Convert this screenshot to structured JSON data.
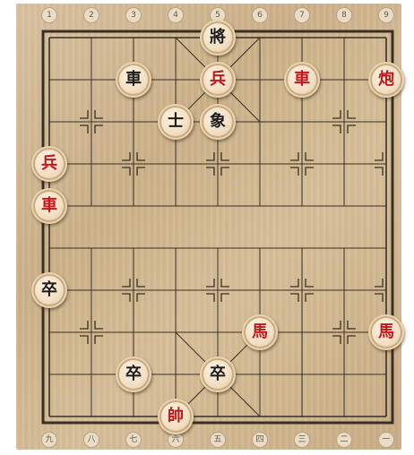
{
  "board": {
    "top_labels": [
      "1",
      "2",
      "3",
      "4",
      "5",
      "6",
      "7",
      "8",
      "9"
    ],
    "bottom_labels": [
      "九",
      "八",
      "七",
      "六",
      "五",
      "四",
      "三",
      "二",
      "一"
    ]
  },
  "pieces": [
    {
      "id": "black-general",
      "char": "將",
      "side": "black",
      "col": 4,
      "row": 0
    },
    {
      "id": "black-chariot",
      "char": "車",
      "side": "black",
      "col": 2,
      "row": 1
    },
    {
      "id": "red-soldier-top",
      "char": "兵",
      "side": "red",
      "col": 4,
      "row": 1
    },
    {
      "id": "red-chariot-top",
      "char": "車",
      "side": "red",
      "col": 6,
      "row": 1
    },
    {
      "id": "red-cannon",
      "char": "炮",
      "side": "red",
      "col": 8,
      "row": 1
    },
    {
      "id": "black-advisor",
      "char": "士",
      "side": "black",
      "col": 3,
      "row": 2
    },
    {
      "id": "black-elephant",
      "char": "象",
      "side": "black",
      "col": 4,
      "row": 2
    },
    {
      "id": "red-soldier-left",
      "char": "兵",
      "side": "red",
      "col": 0,
      "row": 3
    },
    {
      "id": "red-chariot-left",
      "char": "車",
      "side": "red",
      "col": 0,
      "row": 4
    },
    {
      "id": "black-pawn-left",
      "char": "卒",
      "side": "black",
      "col": 0,
      "row": 6
    },
    {
      "id": "red-horse-middle",
      "char": "馬",
      "side": "red",
      "col": 5,
      "row": 7
    },
    {
      "id": "red-horse-right",
      "char": "馬",
      "side": "red",
      "col": 8,
      "row": 7
    },
    {
      "id": "black-pawn-1",
      "char": "卒",
      "side": "black",
      "col": 2,
      "row": 8
    },
    {
      "id": "black-pawn-2",
      "char": "卒",
      "side": "black",
      "col": 4,
      "row": 8
    },
    {
      "id": "red-general",
      "char": "帥",
      "side": "red",
      "col": 3,
      "row": 9
    }
  ],
  "colors": {
    "red_piece": "#c4171b",
    "black_piece": "#1b1b1b",
    "line": "#3a2f25"
  }
}
